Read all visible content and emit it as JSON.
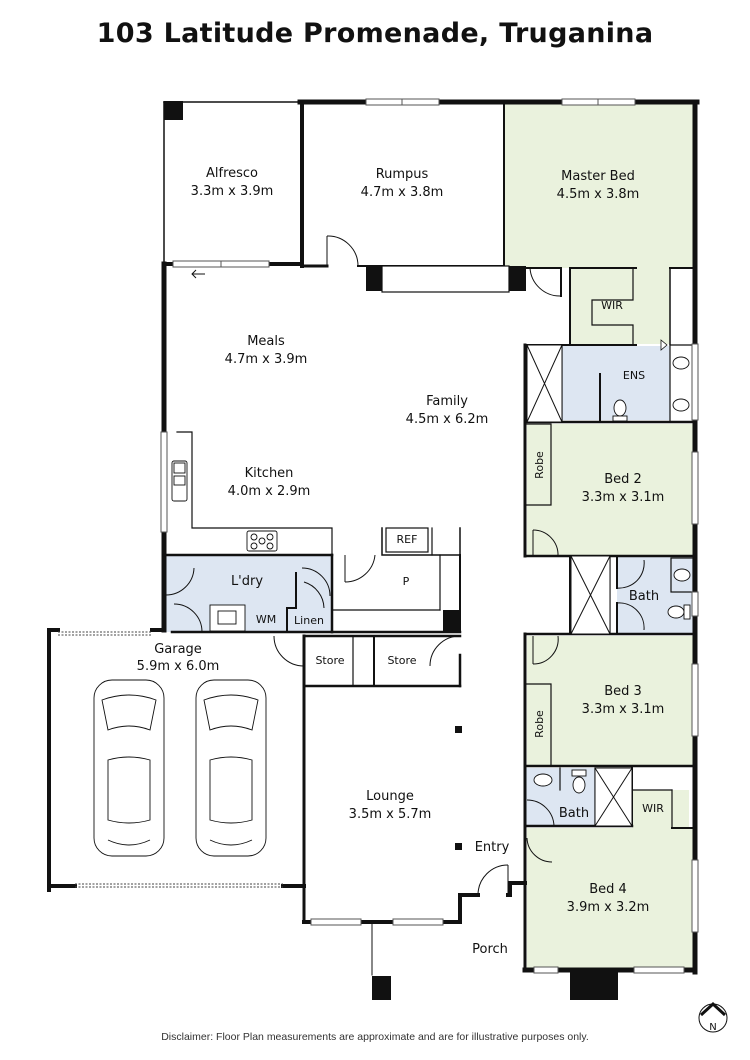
{
  "title": "103 Latitude Promenade, Truganina",
  "disclaimer": "Disclaimer: Floor Plan measurements are approximate and are for illustrative purposes only.",
  "colors": {
    "wall": "#111111",
    "bedroom_fill": "#eaf2dd",
    "wet_area_fill": "#dde6f2",
    "background": "#ffffff"
  },
  "compass": {
    "label": "N"
  },
  "rooms": {
    "alfresco": {
      "name": "Alfresco",
      "size": "3.3m x 3.9m"
    },
    "rumpus": {
      "name": "Rumpus",
      "size": "4.7m x 3.8m"
    },
    "master_bed": {
      "name": "Master Bed",
      "size": "4.5m x 3.8m"
    },
    "wir_master": {
      "name": "WIR"
    },
    "ens": {
      "name": "ENS"
    },
    "meals": {
      "name": "Meals",
      "size": "4.7m x 3.9m"
    },
    "family": {
      "name": "Family",
      "size": "4.5m x 6.2m"
    },
    "kitchen": {
      "name": "Kitchen",
      "size": "4.0m x 2.9m"
    },
    "ref": {
      "name": "REF"
    },
    "pantry": {
      "name": "P"
    },
    "laundry": {
      "name": "L'dry"
    },
    "wm": {
      "name": "WM"
    },
    "linen": {
      "name": "Linen"
    },
    "store1": {
      "name": "Store"
    },
    "store2": {
      "name": "Store"
    },
    "garage": {
      "name": "Garage",
      "size": "5.9m x 6.0m"
    },
    "bed2": {
      "name": "Bed 2",
      "size": "3.3m x 3.1m"
    },
    "robe2": {
      "name": "Robe"
    },
    "bath1": {
      "name": "Bath"
    },
    "bed3": {
      "name": "Bed 3",
      "size": "3.3m x 3.1m"
    },
    "robe3": {
      "name": "Robe"
    },
    "bath2": {
      "name": "Bath"
    },
    "wir_bed4": {
      "name": "WIR"
    },
    "bed4": {
      "name": "Bed 4",
      "size": "3.9m x 3.2m"
    },
    "lounge": {
      "name": "Lounge",
      "size": "3.5m x 5.7m"
    },
    "entry": {
      "name": "Entry"
    },
    "porch": {
      "name": "Porch"
    }
  }
}
